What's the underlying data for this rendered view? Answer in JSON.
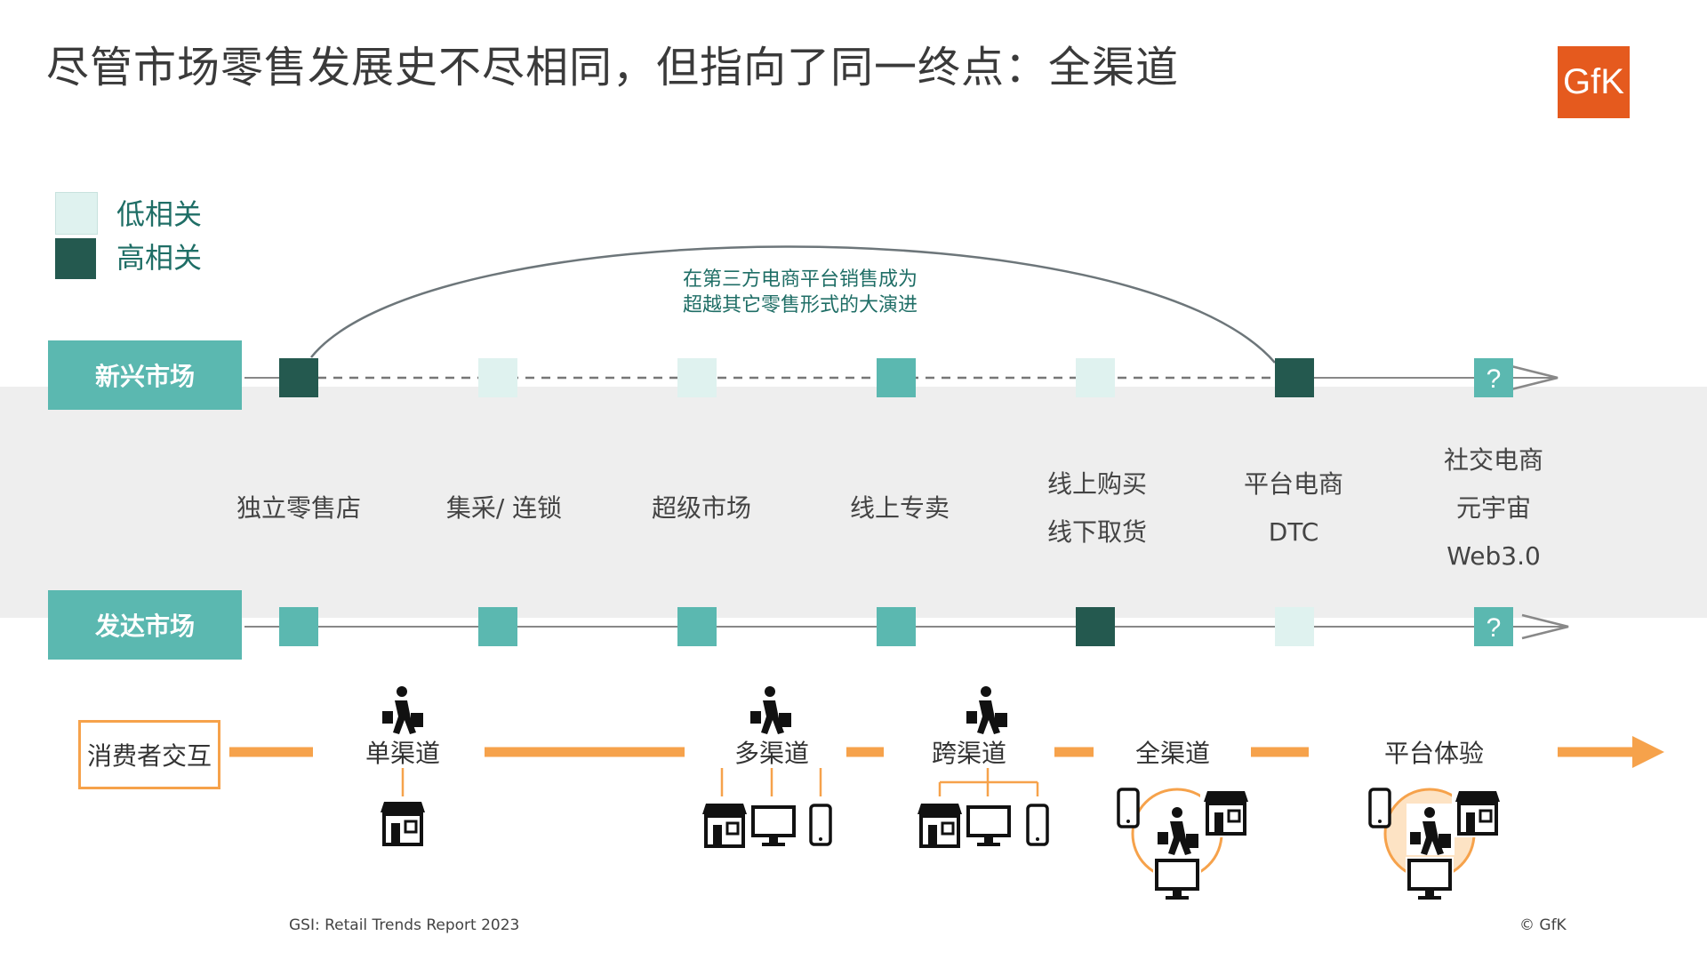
{
  "title": "尽管市场零售发展史不尽相同，但指向了同一终点：全渠道",
  "logo_text": "GfK",
  "legend": [
    {
      "label": "低相关",
      "color": "#dff2ef"
    },
    {
      "label": "高相关",
      "color": "#24594f"
    }
  ],
  "colors": {
    "low": "#dff2ef",
    "medium": "#5bb8b0",
    "high": "#24594f",
    "orange": "#f6a24b"
  },
  "arc_note": {
    "line1": "在第三方电商平台销售成为",
    "line2": "超越其它零售形式的大演进"
  },
  "markets": {
    "emerging": "新兴市场",
    "developed": "发达市场"
  },
  "stages": [
    {
      "lines": [
        "独立零售店"
      ],
      "emerging": "high",
      "developed": "medium"
    },
    {
      "lines": [
        "集采/ 连锁"
      ],
      "emerging": "low",
      "developed": "medium"
    },
    {
      "lines": [
        "超级市场"
      ],
      "emerging": "low",
      "developed": "medium"
    },
    {
      "lines": [
        "线上专卖"
      ],
      "emerging": "medium",
      "developed": "medium"
    },
    {
      "lines": [
        "线上购买",
        "线下取货"
      ],
      "emerging": "low",
      "developed": "high"
    },
    {
      "lines": [
        "平台电商",
        "DTC"
      ],
      "emerging": "high",
      "developed": "low"
    },
    {
      "lines": [
        "社交电商",
        "元宇宙",
        "Web3.0"
      ],
      "emerging": "unknown",
      "developed": "unknown"
    }
  ],
  "unknown_mark": "?",
  "consumer_interaction": "消费者交互",
  "channels": [
    "单渠道",
    "多渠道",
    "跨渠道",
    "全渠道",
    "平台体验"
  ],
  "source": "GSI: Retail Trends Report 2023",
  "copyright": "© GfK"
}
